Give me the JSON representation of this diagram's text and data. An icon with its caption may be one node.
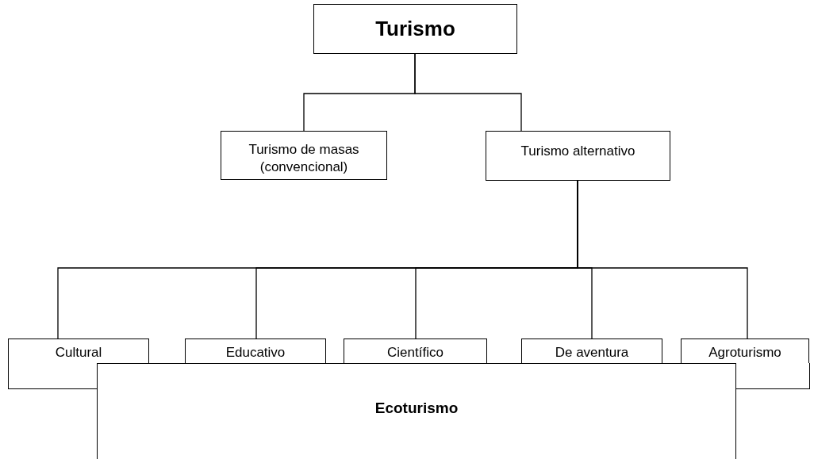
{
  "diagram": {
    "nodes": [
      {
        "text": [
          "Turismo"
        ]
      },
      {
        "text": [
          "Turismo de masas (convencional)"
        ]
      },
      {
        "text": [
          "Turismo alternativo"
        ]
      },
      {
        "text": [
          "Cultural"
        ]
      },
      {
        "text": [
          "Educativo"
        ]
      },
      {
        "text": [
          "Científico"
        ]
      },
      {
        "text": [
          "De aventura"
        ]
      },
      {
        "text": [
          "Agroturismo"
        ]
      },
      {
        "text": [
          "Ecoturismo"
        ]
      }
    ],
    "edges": [
      {
        "from": 0,
        "to": 1,
        "arrow": "none"
      },
      {
        "from": 0,
        "to": 2,
        "arrow": "none"
      },
      {
        "from": 2,
        "to": 3,
        "arrow": "none"
      },
      {
        "from": 2,
        "to": 4,
        "arrow": "none"
      },
      {
        "from": 2,
        "to": 5,
        "arrow": "none"
      },
      {
        "from": 2,
        "to": 6,
        "arrow": "none"
      },
      {
        "from": 2,
        "to": 7,
        "arrow": "none"
      }
    ]
  }
}
